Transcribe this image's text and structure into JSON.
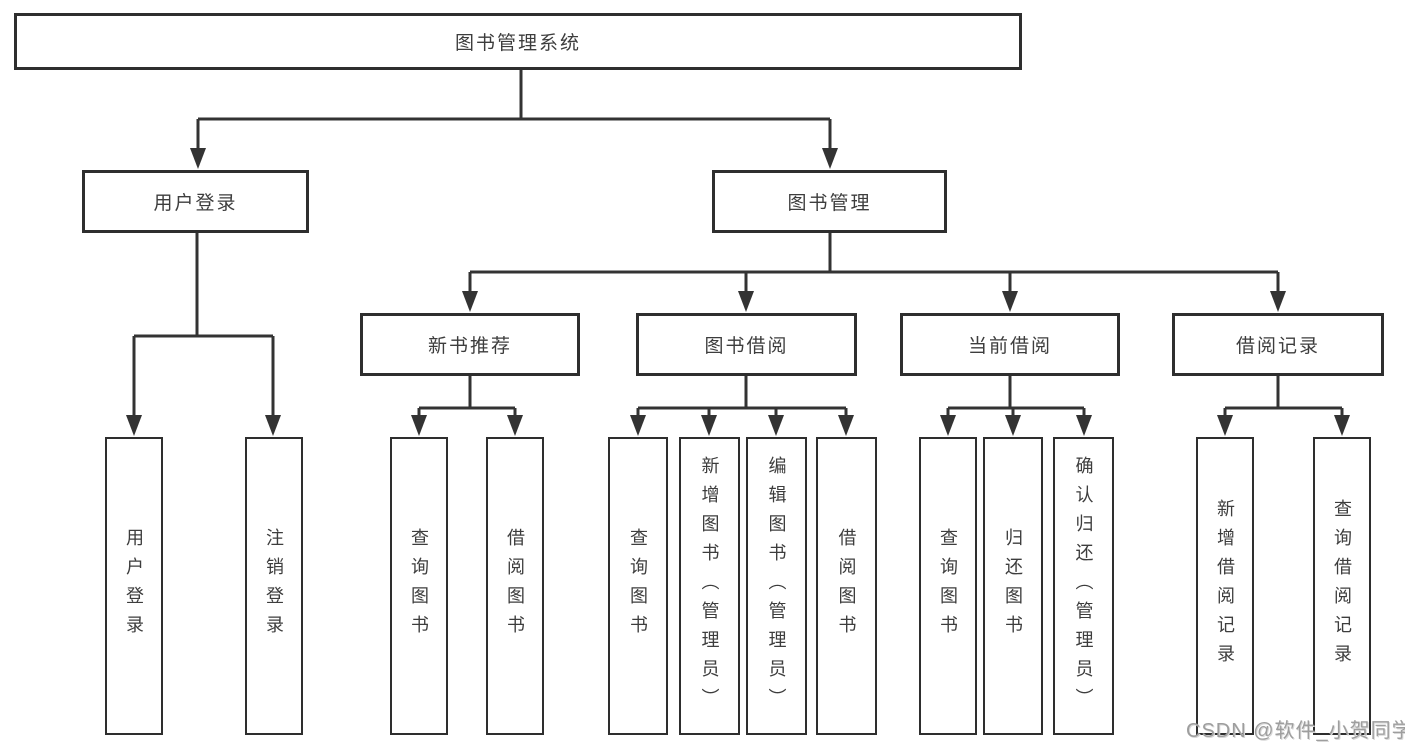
{
  "diagram": {
    "title_node": "图书管理系统",
    "level2": {
      "user_login": "用户登录",
      "book_management": "图书管理"
    },
    "level3": {
      "new_book_recommend": "新书推荐",
      "book_borrow": "图书借阅",
      "current_borrow": "当前借阅",
      "borrow_records": "借阅记录"
    },
    "leaves": {
      "login_user_login": "用户登录",
      "login_logout": "注销登录",
      "nb_query_books": "查询图书",
      "nb_borrow_books": "借阅图书",
      "bb_query_books": "查询图书",
      "bb_add_books_admin": "新增图书（管理员）",
      "bb_edit_books_admin": "编辑图书（管理员）",
      "bb_borrow_books": "借阅图书",
      "cb_query_books": "查询图书",
      "cb_return_books": "归还图书",
      "cb_confirm_return_admin": "确认归还（管理员）",
      "br_add_record": "新增借阅记录",
      "br_query_record": "查询借阅记录"
    }
  },
  "watermark": "CSDN @软件_小贺同学",
  "colors": {
    "line": "#333333",
    "box_border": "#2e2e2e",
    "text": "#3d3d3d",
    "watermark": "#9e9e9e",
    "background": "#ffffff"
  }
}
